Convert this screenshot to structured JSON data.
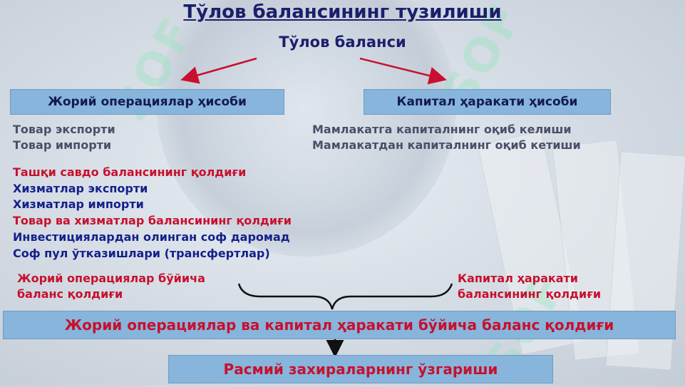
{
  "title": "Тўлов балансининг тузилиши",
  "subtitle": "Тўлов баланси",
  "left_box": "Жорий операциялар ҳисоби",
  "right_box": "Капитал ҳаракати ҳисоби",
  "left_items": [
    "Товар экспорти",
    "Товар импорти",
    "Ташқи савдо балансининг қолдиғи",
    "Хизматлар экспорти",
    "Хизматлар импорти",
    "Товар ва хизматлар балансининг қолдиғи",
    "Инвестициялардан олинган соф даромад",
    "Соф пул ўтказишлари (трансфертлар)"
  ],
  "right_items": [
    "Мамлакатга капиталнинг оқиб келиши",
    "Мамлакатдан капиталнинг оқиб кетиши"
  ],
  "left_balance": [
    "Жорий операциялар бўйича",
    "баланс қолдиғи"
  ],
  "right_balance": [
    "Капитал ҳаракати",
    "балансининг қолдиғи"
  ],
  "combined_box": "Жорий операциялар ва капитал ҳаракати бўйича баланс қолдиғи",
  "reserves_box": "Расмий захираларнинг ўзгариши",
  "colors": {
    "box": "#87b5dc",
    "navy": "#1b1f6b",
    "red": "#c8102e",
    "blue": "#15218a"
  }
}
